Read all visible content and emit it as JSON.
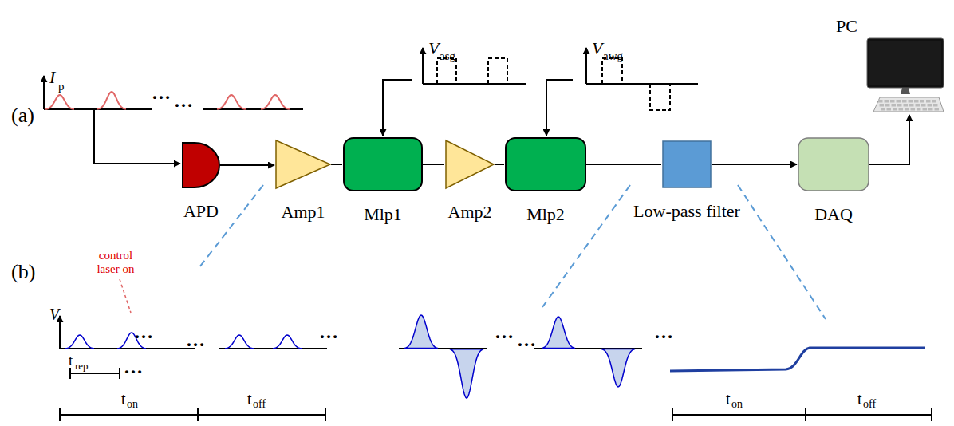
{
  "diagram": {
    "nodes": [
      {
        "text": [
          "APD"
        ]
      },
      {
        "text": [
          "Amp1"
        ]
      },
      {
        "text": [
          "Mlp1"
        ]
      },
      {
        "text": [
          "Amp2"
        ]
      },
      {
        "text": [
          "Mlp2"
        ]
      },
      {
        "text": [
          "Low-pass filter"
        ]
      },
      {
        "text": [
          "DAQ"
        ]
      },
      {
        "text": [
          "PC"
        ]
      }
    ],
    "edges": [
      {
        "from": 0,
        "to": 1,
        "arrow": "to"
      },
      {
        "from": 1,
        "to": 2,
        "arrow": "none"
      },
      {
        "from": 2,
        "to": 3,
        "arrow": "none"
      },
      {
        "from": 3,
        "to": 4,
        "arrow": "none"
      },
      {
        "from": 4,
        "to": 5,
        "arrow": "none"
      },
      {
        "from": 5,
        "to": 6,
        "arrow": "to"
      },
      {
        "from": 6,
        "to": 7,
        "arrow": "to"
      }
    ],
    "labels": [
      "(a)",
      "(b)",
      "I",
      "p",
      "V",
      "asg",
      "V",
      "awg",
      "control laser on",
      "V",
      "t",
      "rep",
      "t",
      "on",
      "t",
      "off",
      "t",
      "on",
      "t",
      "off",
      "…",
      "…",
      "…",
      "…",
      "…",
      "…",
      "…",
      "…",
      "…"
    ]
  }
}
